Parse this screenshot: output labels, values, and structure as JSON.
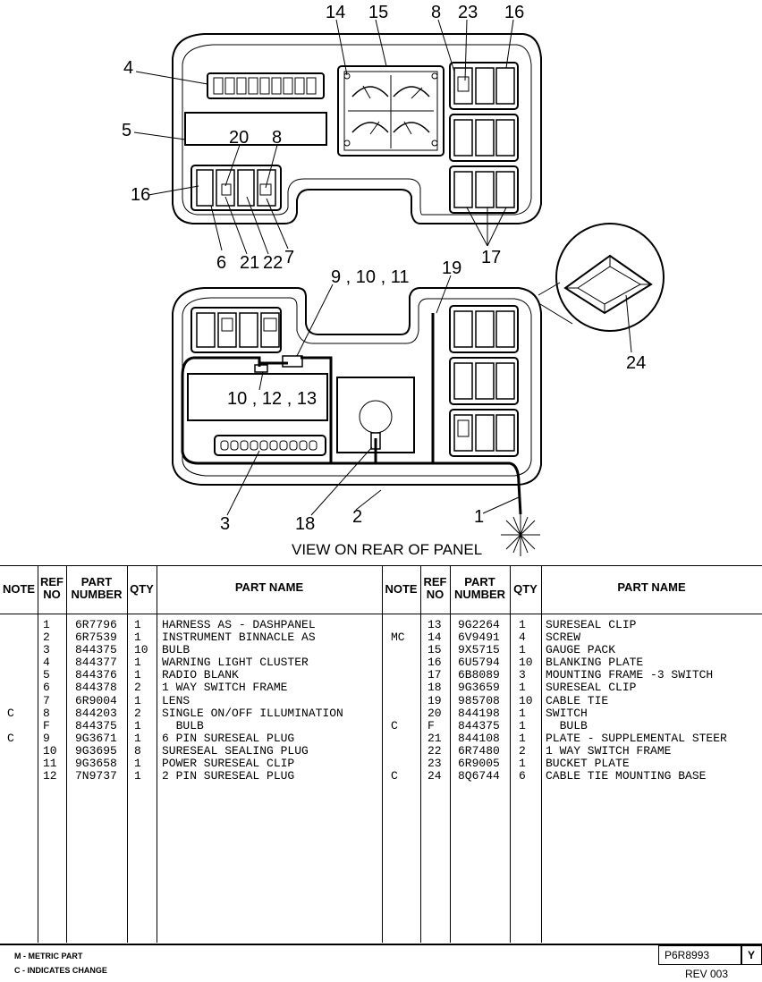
{
  "diagram": {
    "view_title": "VIEW ON REAR OF PANEL",
    "callouts": {
      "c14": "14",
      "c15": "15",
      "c8a": "8",
      "c23": "23",
      "c16a": "16",
      "c4": "4",
      "c5": "5",
      "c20": "20",
      "c8b": "8",
      "c16b": "16",
      "c6": "6",
      "c21": "21",
      "c22": "22",
      "c7": "7",
      "c17": "17",
      "c9_10_11": "9 , 10 , 11",
      "c19": "19",
      "c24": "24",
      "c10_12_13": "10 , 12 , 13",
      "c3": "3",
      "c18": "18",
      "c2": "2",
      "c1": "1"
    }
  },
  "table": {
    "headers": {
      "note": "NOTE",
      "ref_no": "REF\nNO",
      "part_number": "PART\nNUMBER",
      "qty": "QTY",
      "part_name": "PART NAME"
    },
    "left": {
      "note": "\n\n\n\n\n\n\nC\n\nC",
      "ref": "1\n2\n3\n4\n5\n6\n7\n8\nF\n9\n10\n11\n12",
      "part_number": "6R7796\n6R7539\n844375\n844377\n844376\n844378\n6R9004\n844203\n844375\n9G3671\n9G3695\n9G3658\n7N9737",
      "qty": "1\n1\n10\n1\n1\n2\n1\n2\n1\n1\n8\n1\n1",
      "part_name": "HARNESS AS - DASHPANEL\nINSTRUMENT BINNACLE AS\nBULB\nWARNING LIGHT CLUSTER\nRADIO BLANK\n1 WAY SWITCH FRAME\nLENS\nSINGLE ON/OFF ILLUMINATION\n  BULB\n6 PIN SURESEAL PLUG\nSURESEAL SEALING PLUG\nPOWER SURESEAL CLIP\n2 PIN SURESEAL PLUG"
    },
    "right": {
      "note": "\nMC\n\n\n\n\n\n\nC\n\n\n\nC",
      "ref": "13\n14\n15\n16\n17\n18\n19\n20\nF\n21\n22\n23\n24",
      "part_number": "9G2264\n6V9491\n9X5715\n6U5794\n6B8089\n9G3659\n985708\n844198\n844375\n844108\n6R7480\n6R9005\n8Q6744",
      "qty": "1\n4\n1\n10\n3\n1\n10\n1\n1\n1\n2\n1\n6",
      "part_name": "SURESEAL CLIP\nSCREW\nGAUGE PACK\nBLANKING PLATE\nMOUNTING FRAME -3 SWITCH\nSURESEAL CLIP\nCABLE TIE\nSWITCH\n  BULB\nPLATE - SUPPLEMENTAL STEER\n1 WAY SWITCH FRAME\nBUCKET PLATE\nCABLE TIE MOUNTING BASE"
    }
  },
  "footer": {
    "metric_note": "M - METRIC PART",
    "change_note": "C - INDICATES CHANGE",
    "doc_number": "P6R8993",
    "doc_suffix": "Y",
    "revision": "REV 003"
  }
}
